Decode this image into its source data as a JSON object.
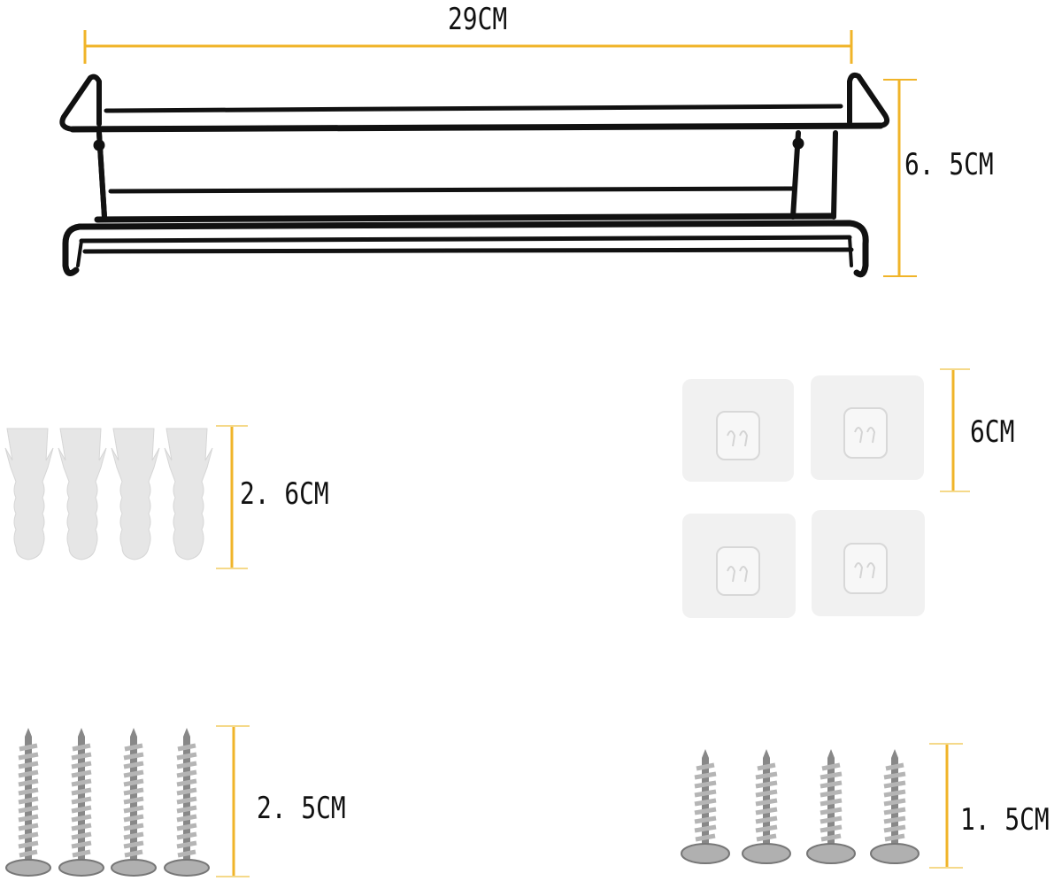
{
  "colors": {
    "dimension_line": "#f0b429",
    "rack": "#111111",
    "background": "#ffffff",
    "anchor": "#e4e4e4",
    "pad": "#f1f1f1",
    "screw": "#a9a9a9"
  },
  "items": [
    {
      "id": "rack",
      "name": "Double wire spice rack",
      "dimension": "29CM",
      "dimension_axis": "width"
    },
    {
      "id": "rack-height",
      "name": "Rack height",
      "dimension": "6.5CM",
      "dimension_axis": "height"
    },
    {
      "id": "anchors",
      "name": "Plastic wall anchors",
      "count": 4,
      "dimension": "2.6CM"
    },
    {
      "id": "pads",
      "name": "Adhesive hook pads",
      "count": 4,
      "dimension": "6CM"
    },
    {
      "id": "long-screws",
      "name": "Long screws",
      "count": 4,
      "dimension": "2.5CM"
    },
    {
      "id": "short-screws",
      "name": "Short screws",
      "count": 4,
      "dimension": "1.5CM"
    }
  ],
  "labels": {
    "rack_width": "29CM",
    "rack_height": "6. 5CM",
    "anchor_length": "2. 6CM",
    "pad_size": "6CM",
    "long_screw_length": "2. 5CM",
    "short_screw_length": "1. 5CM"
  }
}
